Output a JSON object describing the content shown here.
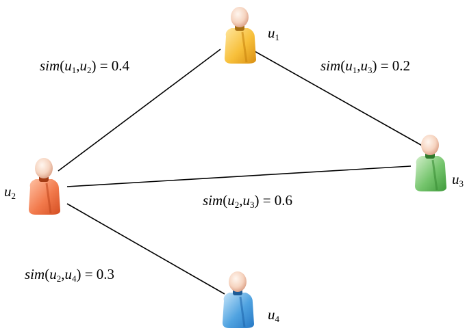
{
  "users": [
    {
      "id": "u1",
      "name": "u",
      "index": "1",
      "color": "#f5b72a",
      "light": "#ffe9a8"
    },
    {
      "id": "u2",
      "name": "u",
      "index": "2",
      "color": "#f0683a",
      "light": "#ffc0a3"
    },
    {
      "id": "u3",
      "name": "u",
      "index": "3",
      "color": "#5fb55a",
      "light": "#c8ecc0"
    },
    {
      "id": "u4",
      "name": "u",
      "index": "4",
      "color": "#3c8fd6",
      "light": "#bfe0f7"
    }
  ],
  "edges": [
    {
      "from": "u1",
      "to": "u2",
      "func": "sim",
      "a": "u",
      "ai": "1",
      "b": "u",
      "bi": "2",
      "eq": "= 0.4"
    },
    {
      "from": "u1",
      "to": "u3",
      "func": "sim",
      "a": "u",
      "ai": "1",
      "b": "u",
      "bi": "3",
      "eq": "= 0.2"
    },
    {
      "from": "u2",
      "to": "u3",
      "func": "sim",
      "a": "u",
      "ai": "2",
      "b": "u",
      "bi": "3",
      "eq": "= 0.6"
    },
    {
      "from": "u2",
      "to": "u4",
      "func": "sim",
      "a": "u",
      "ai": "2",
      "b": "u",
      "bi": "4",
      "eq": "= 0.3"
    }
  ]
}
